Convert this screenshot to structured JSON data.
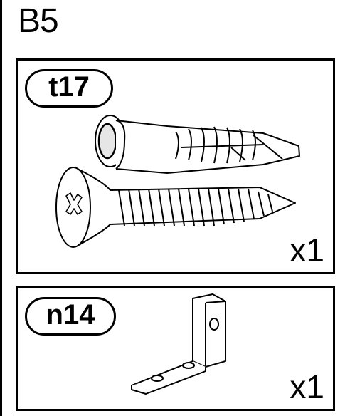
{
  "step": {
    "label": "B5"
  },
  "panels": [
    {
      "part_code": "t17",
      "quantity": "x1",
      "icon": "wall-plug-and-screw-icon"
    },
    {
      "part_code": "n14",
      "quantity": "x1",
      "icon": "l-bracket-icon"
    }
  ]
}
